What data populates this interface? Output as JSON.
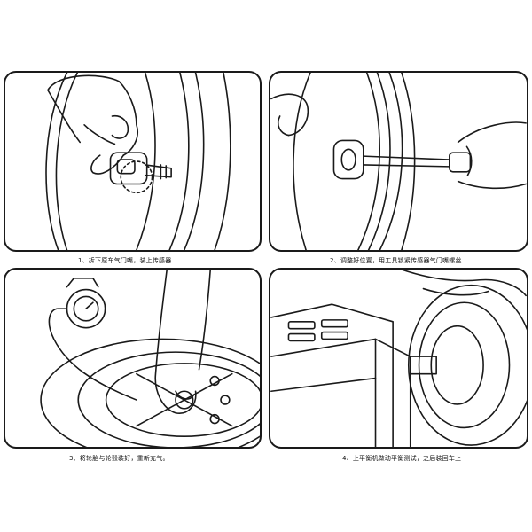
{
  "steps": [
    {
      "caption": "1、拆下原车气门嘴，装上传感器"
    },
    {
      "caption": "2、调整好位置，用工具锁紧传感器气门嘴螺丝"
    },
    {
      "caption": "3、将轮胎与轮毂装好，重新充气。"
    },
    {
      "caption": "4、上平衡机做动平衡测试，之后装回车上"
    }
  ],
  "colors": {
    "line": "#1a1a1a",
    "background": "#ffffff"
  }
}
